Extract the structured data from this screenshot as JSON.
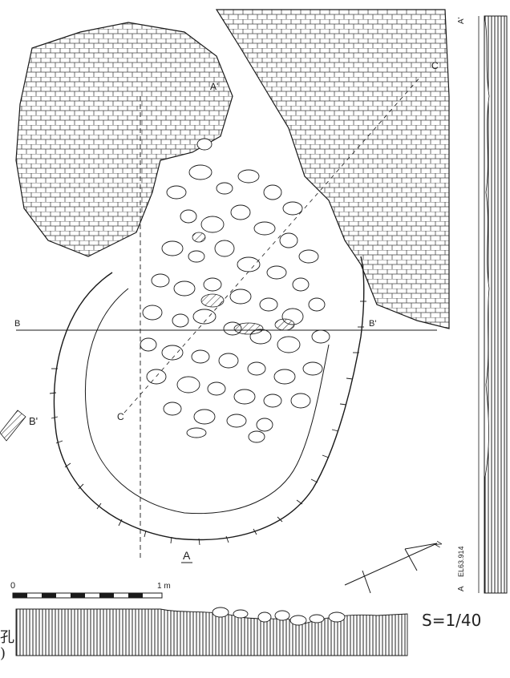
{
  "labels": {
    "section_a_start": "A",
    "section_a_end": "A'",
    "section_a_end_right": "A'",
    "section_a_start_right": "A",
    "section_b_start": "B",
    "section_b_end": "B'",
    "section_b_end_left": "B'",
    "section_c_start": "C",
    "section_c_end": "C",
    "north": "N",
    "elevation": "EL63.914",
    "scale_zero": "0",
    "scale_one": "1 m",
    "scale_ratio": "S=1/40",
    "edge_char_top": "孔",
    "edge_char_bottom": ")"
  },
  "colors": {
    "ink": "#1a1a1a",
    "paper": "#ffffff"
  }
}
